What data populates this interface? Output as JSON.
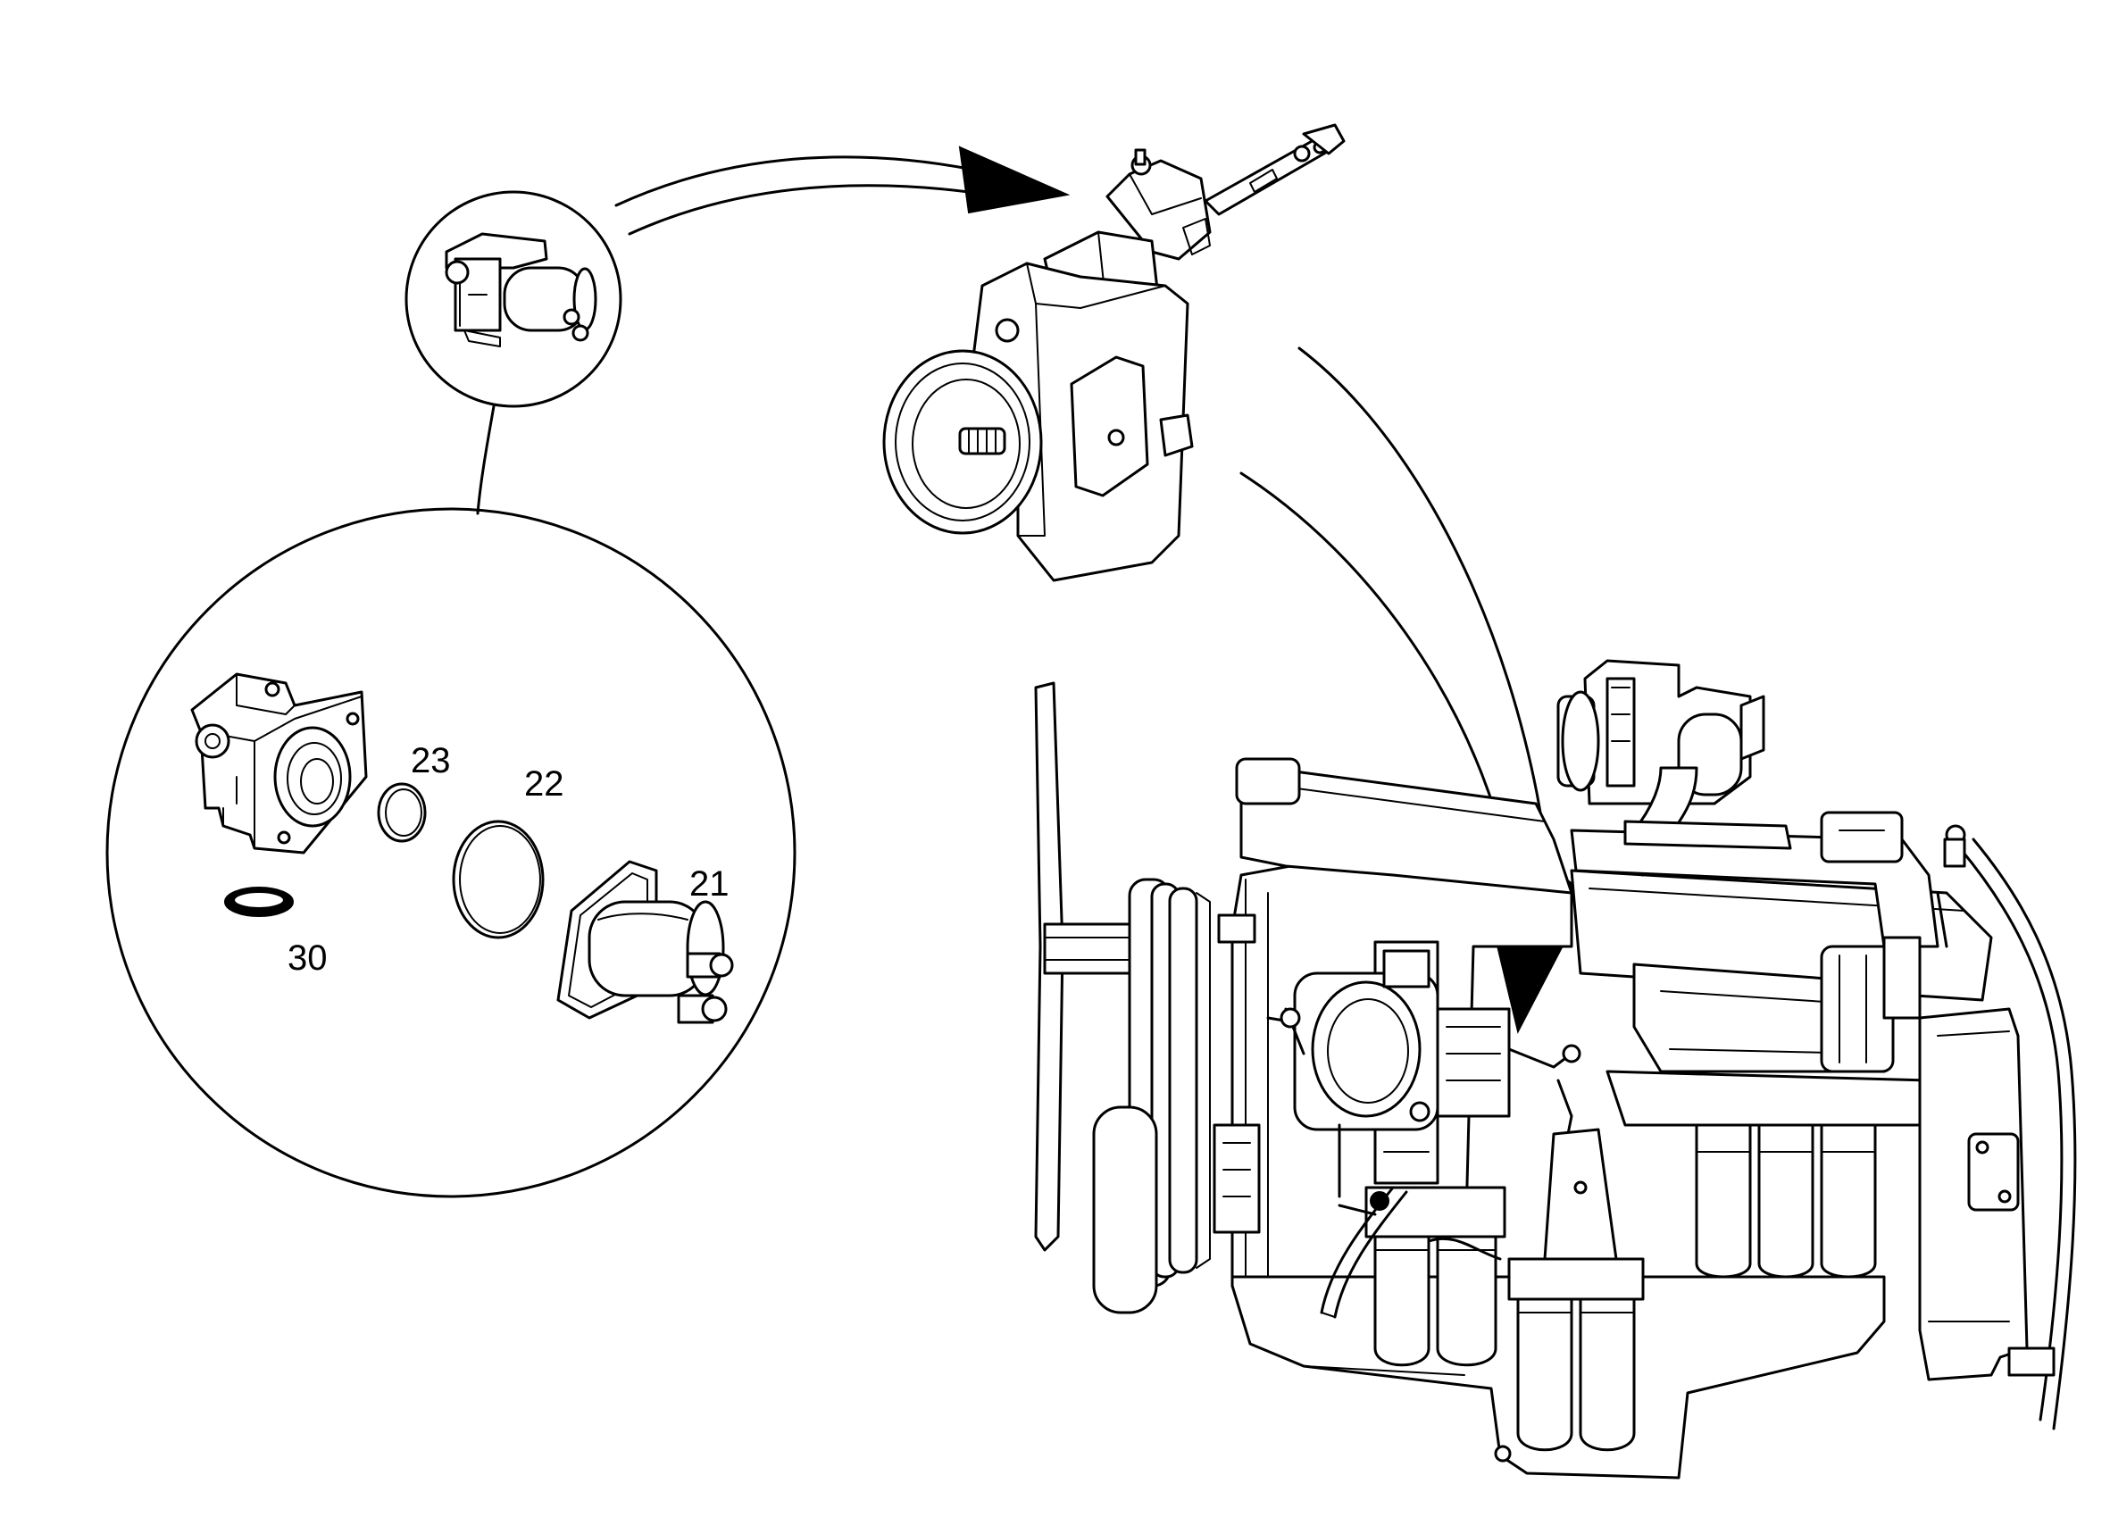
{
  "callouts": {
    "part_21": "21",
    "part_22": "22",
    "part_23": "23",
    "part_30": "30"
  },
  "colors": {
    "ink": "#000000",
    "paper": "#ffffff"
  }
}
